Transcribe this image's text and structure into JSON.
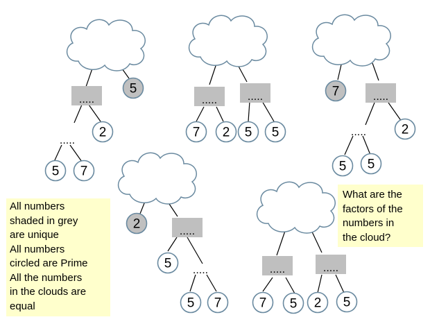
{
  "rules": {
    "lines": [
      "All numbers",
      "shaded in grey",
      "are unique",
      "All numbers",
      "circled are Prime",
      "All the numbers",
      "in the clouds are",
      "equal"
    ]
  },
  "question": {
    "lines": [
      "What are the",
      "factors of the",
      "numbers in",
      "the cloud?"
    ]
  },
  "colors": {
    "circle_stroke": "#6a8aa0",
    "shaded_fill": "#c0c0c0",
    "box_fill": "#bfbfbf",
    "note_fill": "#ffffcc"
  },
  "trees": [
    {
      "name": "tree-1",
      "cloud": "cloud-icon",
      "boxes": [
        {
          "label": "....."
        }
      ],
      "floats": [
        {
          "label": "....."
        }
      ],
      "circles": [
        {
          "label": "5",
          "shaded": true
        },
        {
          "label": "2",
          "shaded": false
        },
        {
          "label": "5",
          "shaded": false
        },
        {
          "label": "7",
          "shaded": false
        }
      ]
    },
    {
      "name": "tree-2",
      "cloud": "cloud-icon",
      "boxes": [
        {
          "label": "....."
        },
        {
          "label": "....."
        }
      ],
      "floats": [],
      "circles": [
        {
          "label": "7",
          "shaded": false
        },
        {
          "label": "2",
          "shaded": false
        },
        {
          "label": "5",
          "shaded": false
        },
        {
          "label": "5",
          "shaded": false
        }
      ]
    },
    {
      "name": "tree-3",
      "cloud": "cloud-icon",
      "boxes": [
        {
          "label": "....."
        }
      ],
      "floats": [
        {
          "label": "....."
        }
      ],
      "circles": [
        {
          "label": "7",
          "shaded": true
        },
        {
          "label": "2",
          "shaded": false
        },
        {
          "label": "5",
          "shaded": false
        },
        {
          "label": "5",
          "shaded": false
        }
      ]
    },
    {
      "name": "tree-4",
      "cloud": "cloud-icon",
      "boxes": [
        {
          "label": "....."
        }
      ],
      "floats": [
        {
          "label": "....."
        }
      ],
      "circles": [
        {
          "label": "2",
          "shaded": true
        },
        {
          "label": "5",
          "shaded": false
        },
        {
          "label": "5",
          "shaded": false
        },
        {
          "label": "7",
          "shaded": false
        }
      ]
    },
    {
      "name": "tree-5",
      "cloud": "cloud-icon",
      "boxes": [
        {
          "label": "....."
        },
        {
          "label": "....."
        }
      ],
      "floats": [],
      "circles": [
        {
          "label": "7",
          "shaded": false
        },
        {
          "label": "5",
          "shaded": false
        },
        {
          "label": "2",
          "shaded": false
        },
        {
          "label": "5",
          "shaded": false
        }
      ]
    }
  ]
}
